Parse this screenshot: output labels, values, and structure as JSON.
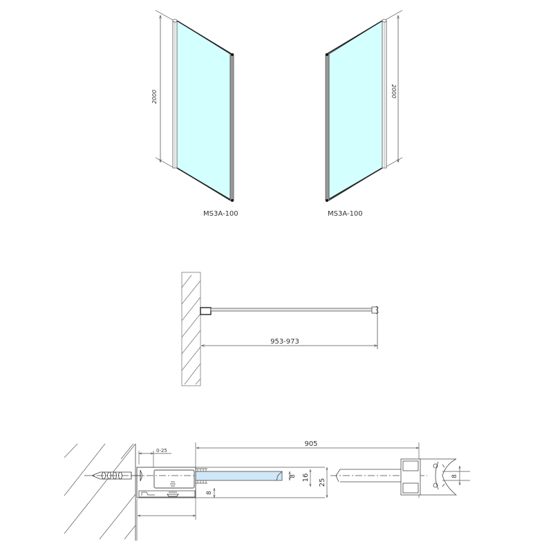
{
  "colors": {
    "glass": "#d4ffff",
    "glass_section": "#cfe7f7",
    "line": "#333333",
    "dim_line": "#555555",
    "profile": "#9a9a9a",
    "background": "#ffffff"
  },
  "views": {
    "left_panel": {
      "model_label": "MS3A-100",
      "height_dimension": "2000"
    },
    "right_panel": {
      "model_label": "MS3A-100",
      "height_dimension": "2000"
    },
    "plan_view": {
      "width_dimension": "953-973"
    },
    "section_detail": {
      "adjust_range": "0-25",
      "length_dimension": "905",
      "glass_thickness": "8",
      "channel_width": "16",
      "profile_width": "25",
      "base_offset": "8",
      "end_glass_thickness": "8"
    }
  }
}
